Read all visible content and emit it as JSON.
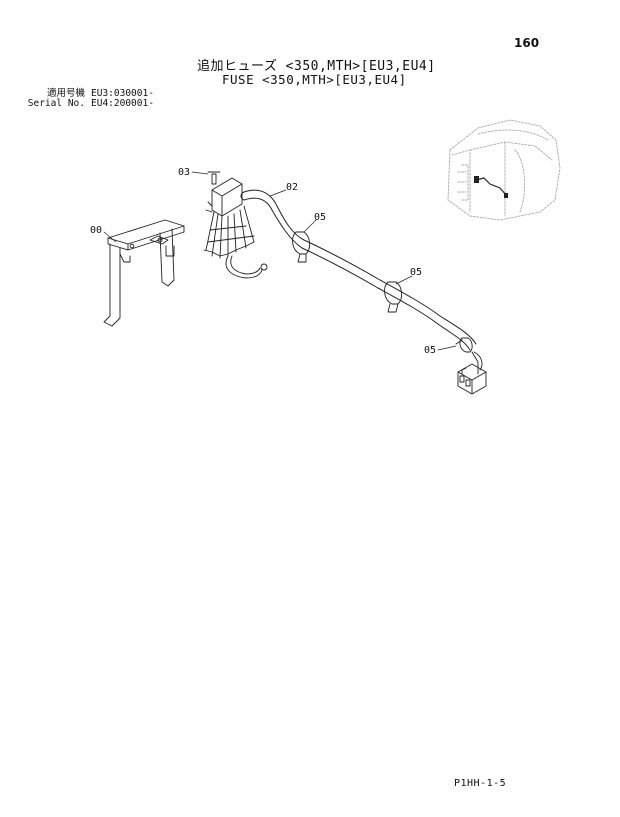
{
  "page_number": "160",
  "title_jp": "追加ヒューズ <350,MTH>[EU3,EU4]",
  "title_en": "FUSE <350,MTH>[EU3,EU4]",
  "serials": [
    {
      "label": "適用号機",
      "value": "EU3:030001-"
    },
    {
      "label": "Serial No.",
      "value": "EU4:200001-"
    }
  ],
  "callouts": [
    "03",
    "02",
    "00",
    "05",
    "05",
    "05"
  ],
  "footer_code": "P1HH-1-5"
}
